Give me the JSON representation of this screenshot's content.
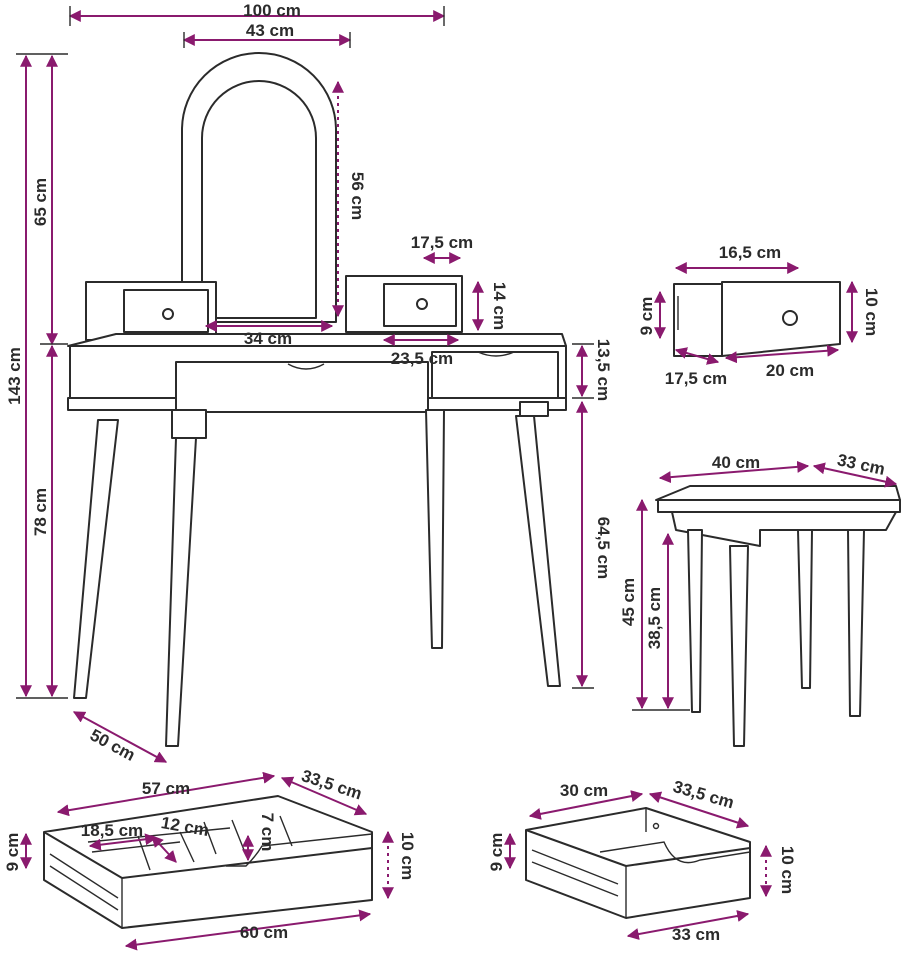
{
  "vanity": {
    "width": "100 cm",
    "mirror_width": "43 cm",
    "total_height": "143 cm",
    "mirror_section_height": "65 cm",
    "table_height": "78 cm",
    "mirror_height": "56 cm",
    "mirror_base": "34 cm",
    "depth": "50 cm",
    "small_drawer_width": "17,5 cm",
    "small_drawer_height": "14 cm",
    "drawer_opening": "23,5 cm",
    "apron_height": "13,5 cm",
    "leg_height": "64,5 cm"
  },
  "small_drawer": {
    "top_width": "16,5 cm",
    "inner_height": "9 cm",
    "outer_height": "10 cm",
    "depth": "17,5 cm",
    "front_width": "20 cm"
  },
  "stool": {
    "width": "40 cm",
    "depth": "33 cm",
    "height": "45 cm",
    "leg_height": "38,5 cm"
  },
  "large_drawer": {
    "inner_width": "57 cm",
    "depth": "33,5 cm",
    "compartment_width": "18,5 cm",
    "compartment_depth": "12 cm",
    "compartment_height": "7 cm",
    "inner_height": "9 cm",
    "outer_height": "10 cm",
    "front_width": "60 cm"
  },
  "medium_drawer": {
    "inner_width": "30 cm",
    "depth": "33,5 cm",
    "inner_height": "9 cm",
    "outer_height": "10 cm",
    "front_width": "33 cm"
  },
  "colors": {
    "dimension": "#8a1a6e",
    "outline": "#2b2b2b",
    "background": "#ffffff"
  }
}
